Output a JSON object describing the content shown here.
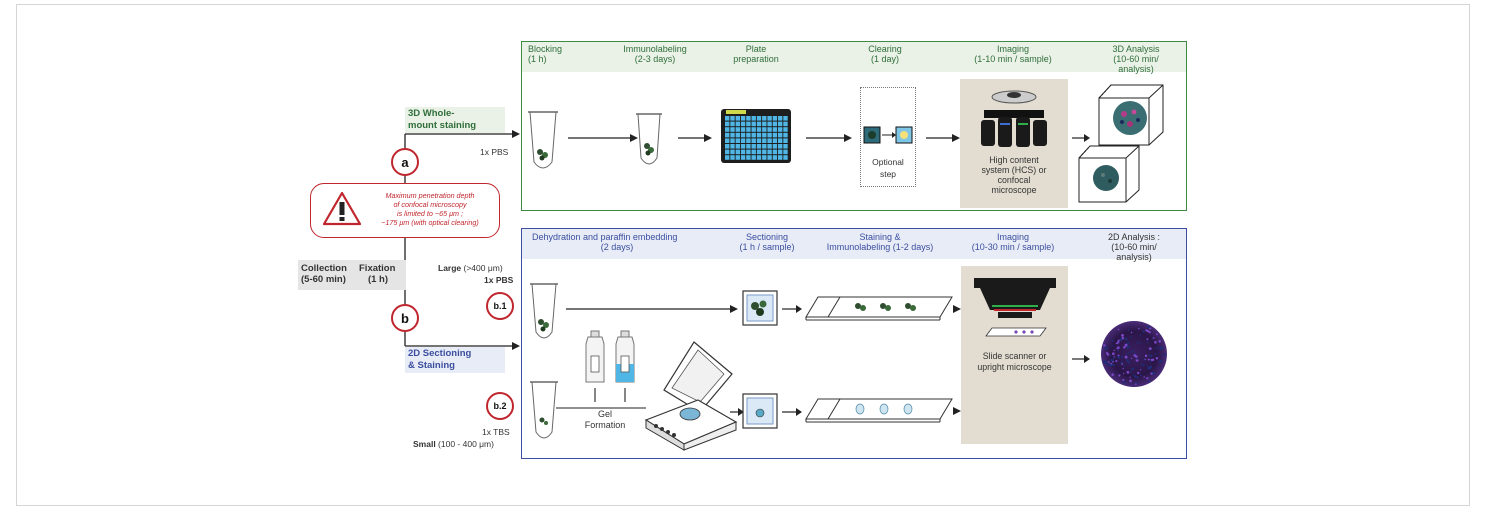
{
  "a_branch": {
    "label_line1": "3D Whole-",
    "label_line2": "mount staining",
    "buffer": "1x PBS",
    "circle": "a"
  },
  "warning": {
    "line1": "Maximum penetration depth",
    "line2": "of confocal microscopy",
    "line3": "is limited to ~65 μm ;",
    "line4": "~175 μm (with optical clearing)"
  },
  "left": {
    "collection_line1": "Collection",
    "collection_line2": "(5-60 min)",
    "fixation_line1": "Fixation",
    "fixation_line2": "(1 h)"
  },
  "b_branch": {
    "circle": "b",
    "label_line1": "2D Sectioning",
    "label_line2": "& Staining",
    "large_bold": "Large",
    "large_size": " (>400 μm)",
    "large_buffer": "1x PBS",
    "b1": "b.1",
    "b2": "b.2",
    "small_buffer": "1x TBS",
    "small_bold": "Small",
    "small_size": " (100 - 400 μm)"
  },
  "top_steps": [
    {
      "line1": "Blocking",
      "line2": "(1 h)"
    },
    {
      "line1": "Immunolabeling",
      "line2": "(2-3 days)"
    },
    {
      "line1": "Plate",
      "line2": "preparation"
    },
    {
      "line1": "Clearing",
      "line2": "(1 day)"
    },
    {
      "line1": "Imaging",
      "line2": "(1-10 min / sample)"
    },
    {
      "line1": "3D Analysis",
      "line2": "(10-60 min/",
      "line3": "analysis)"
    }
  ],
  "top_notes": {
    "optional_line1": "Optional",
    "optional_line2": "step",
    "hcs_line1": "High content",
    "hcs_line2": "system (HCS) or",
    "hcs_line3": "confocal",
    "hcs_line4": "microscope"
  },
  "bottom_steps": [
    {
      "line1": "Dehydration and paraffin embedding",
      "line2": "(2 days)"
    },
    {
      "line1": "Sectioning",
      "line2": "(1 h / sample)"
    },
    {
      "line1": "Staining &",
      "line2": "Immunolabeling (1-2 days)"
    },
    {
      "line1": "Imaging",
      "line2": "(10-30 min / sample)"
    },
    {
      "line1": "2D Analysis :",
      "line2": "(10-60 min/",
      "line3": "analysis)"
    }
  ],
  "bottom_notes": {
    "gel_line1": "Gel",
    "gel_line2": "Formation",
    "scanner_line1": "Slide scanner or",
    "scanner_line2": "upright microscope"
  },
  "colors": {
    "green_frame": "#3d8a47",
    "blue_frame": "#3b4ea0",
    "red": "#c0262e",
    "beige": "#e3ddd1",
    "well_blue": "#4fb6e6"
  }
}
